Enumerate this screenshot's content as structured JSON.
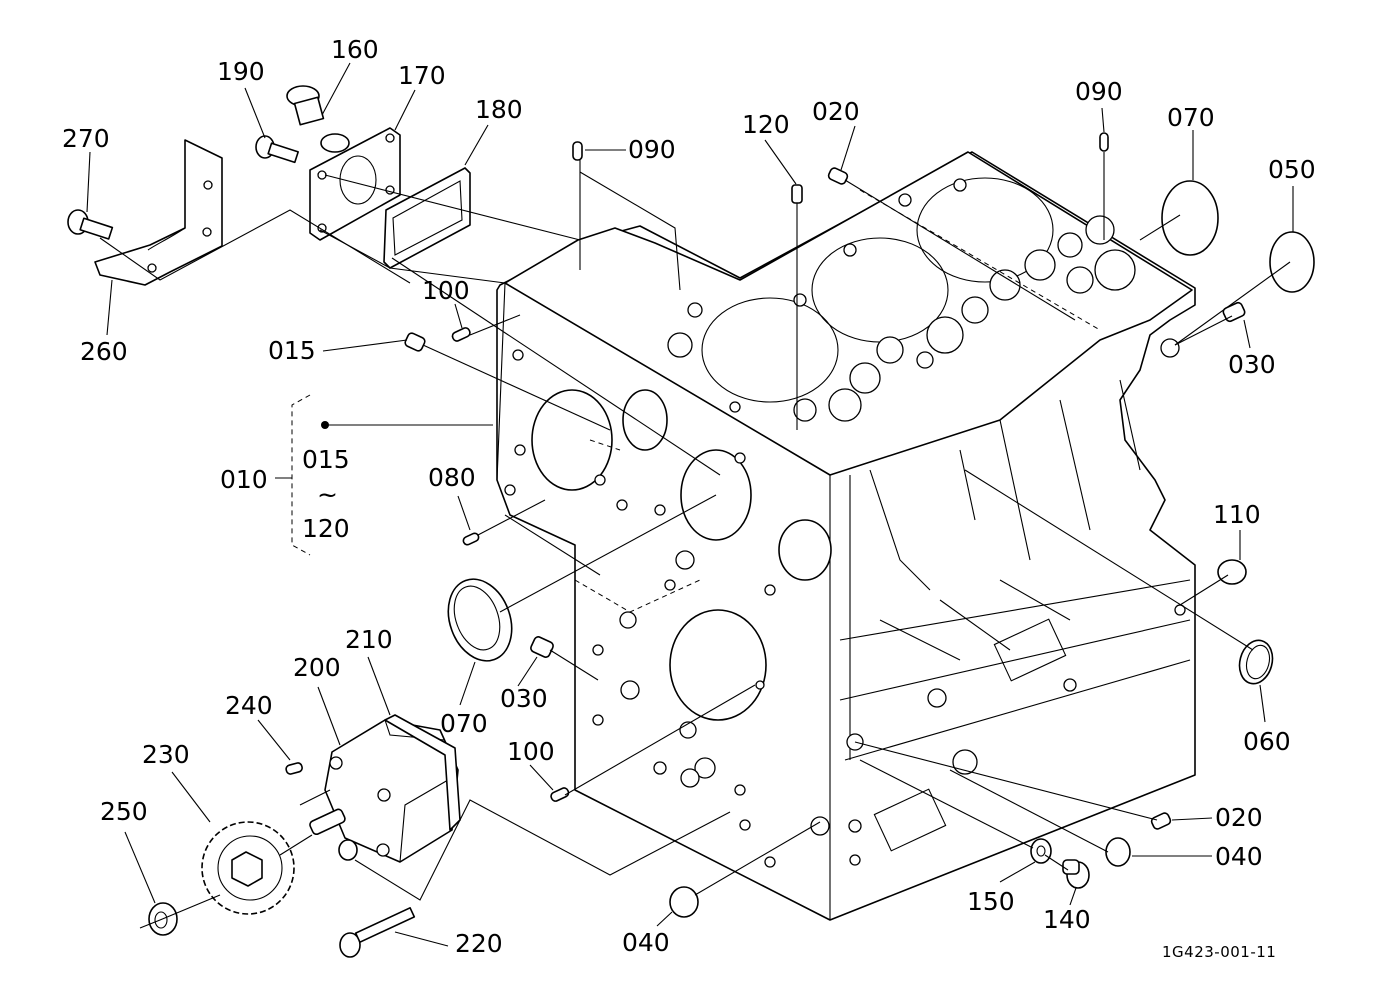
{
  "diagram": {
    "title": "Crankcase exploded parts diagram",
    "drawing_code": "1G423-001-11",
    "assembly_group": {
      "label": "010",
      "range_start": "015",
      "range_separator": "~",
      "range_end": "120"
    },
    "callouts": [
      {
        "id": "c270",
        "label": "270",
        "part": "bolt"
      },
      {
        "id": "c190",
        "label": "190",
        "part": "bolt"
      },
      {
        "id": "c160",
        "label": "160",
        "part": "plug"
      },
      {
        "id": "c170",
        "label": "170",
        "part": "cover"
      },
      {
        "id": "c180",
        "label": "180",
        "part": "gasket"
      },
      {
        "id": "c260",
        "label": "260",
        "part": "bracket"
      },
      {
        "id": "c100a",
        "label": "100",
        "part": "pin"
      },
      {
        "id": "c015",
        "label": "015",
        "part": "plug"
      },
      {
        "id": "c090a",
        "label": "090",
        "part": "pin"
      },
      {
        "id": "c120",
        "label": "120",
        "part": "pipe"
      },
      {
        "id": "c020a",
        "label": "020",
        "part": "plug"
      },
      {
        "id": "c090b",
        "label": "090",
        "part": "pin"
      },
      {
        "id": "c070a",
        "label": "070",
        "part": "plug"
      },
      {
        "id": "c050",
        "label": "050",
        "part": "plug"
      },
      {
        "id": "c030a",
        "label": "030",
        "part": "plug"
      },
      {
        "id": "c080",
        "label": "080",
        "part": "pin"
      },
      {
        "id": "c110",
        "label": "110",
        "part": "pipe"
      },
      {
        "id": "c070b",
        "label": "070",
        "part": "seal"
      },
      {
        "id": "c030b",
        "label": "030",
        "part": "plug"
      },
      {
        "id": "c060",
        "label": "060",
        "part": "seal"
      },
      {
        "id": "c210",
        "label": "210",
        "part": "gasket"
      },
      {
        "id": "c200",
        "label": "200",
        "part": "oil-pump"
      },
      {
        "id": "c240",
        "label": "240",
        "part": "key"
      },
      {
        "id": "c230",
        "label": "230",
        "part": "gear"
      },
      {
        "id": "c250",
        "label": "250",
        "part": "nut"
      },
      {
        "id": "c100b",
        "label": "100",
        "part": "pin"
      },
      {
        "id": "c220",
        "label": "220",
        "part": "bolt"
      },
      {
        "id": "c040a",
        "label": "040",
        "part": "plug"
      },
      {
        "id": "c020b",
        "label": "020",
        "part": "plug"
      },
      {
        "id": "c040b",
        "label": "040",
        "part": "plug"
      },
      {
        "id": "c150",
        "label": "150",
        "part": "washer"
      },
      {
        "id": "c140",
        "label": "140",
        "part": "plug"
      }
    ]
  }
}
